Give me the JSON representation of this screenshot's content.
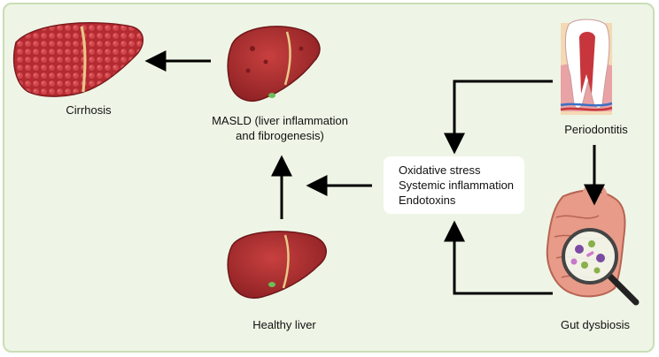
{
  "nodes": {
    "cirrhosis": "Cirrhosis",
    "masld_line1": "MASLD (liver inflammation",
    "masld_line2": "and fibrogenesis)",
    "healthy": "Healthy liver",
    "periodontitis": "Periodontitis",
    "gut": "Gut dysbiosis"
  },
  "mediators": [
    "Oxidative stress",
    "Systemic inflammation",
    "Endotoxins"
  ],
  "colors": {
    "background": "#eef5e6",
    "border": "#c9deb3",
    "liver": "#a4262c",
    "cirrhotic_liver": "#b32a30",
    "arrow": "#000000",
    "box": "#ffffff"
  },
  "icons": [
    "cirrhotic-liver-icon",
    "inflamed-liver-icon",
    "healthy-liver-icon",
    "tooth-icon",
    "intestine-icon",
    "magnifier-icon"
  ]
}
